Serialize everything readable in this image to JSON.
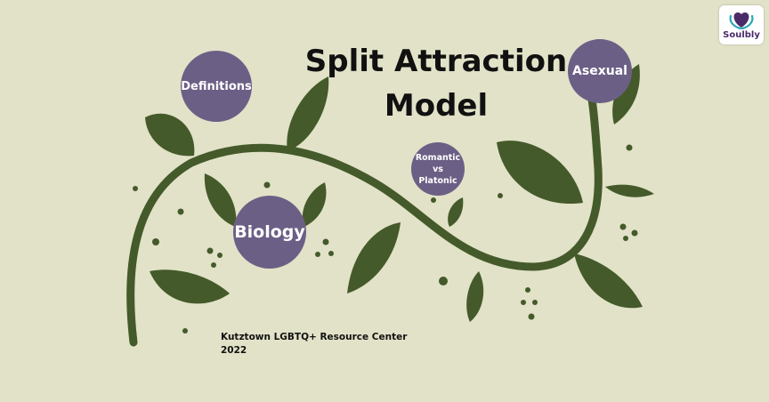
{
  "title": {
    "line1": "Split Attraction",
    "line2": "Model"
  },
  "nodes": {
    "definitions": "Definitions",
    "asexual": "Asexual",
    "romantic_line1": "Romantic vs",
    "romantic_line2": "Platonic",
    "biology": "Biology"
  },
  "footer": {
    "org": "Kutztown LGBTQ+ Resource Center",
    "year": "2022"
  },
  "logo": {
    "text": "Soulbly"
  },
  "colors": {
    "background": "#e2e2c8",
    "vine": "#445a2a",
    "node": "#6c5f86",
    "logo_purple": "#4b2a68",
    "logo_teal": "#27a7b5"
  }
}
